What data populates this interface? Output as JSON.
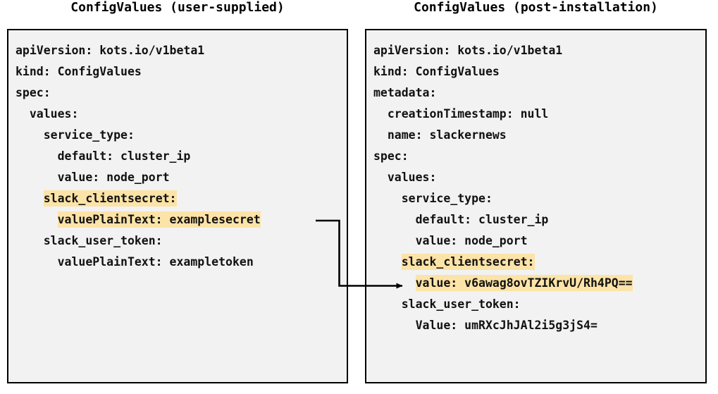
{
  "colors": {
    "highlight": "#fce3a7",
    "box_background": "#f2f2f2",
    "border": "#000000",
    "text": "#111111",
    "connector": "#000000"
  },
  "left_panel": {
    "title": "ConfigValues (user-supplied)",
    "lines": [
      {
        "text": "apiVersion: kots.io/v1beta1",
        "highlight": false
      },
      {
        "text": "kind: ConfigValues",
        "highlight": false
      },
      {
        "text": "spec:",
        "highlight": false
      },
      {
        "text": "  values:",
        "highlight": false
      },
      {
        "text": "    service_type:",
        "highlight": false
      },
      {
        "text": "      default: cluster_ip",
        "highlight": false
      },
      {
        "text": "      value: node_port",
        "highlight": false
      },
      {
        "text": "    slack_clientsecret:",
        "highlight": true,
        "indent": "    ",
        "body": "slack_clientsecret:"
      },
      {
        "text": "      valuePlainText: examplesecret",
        "highlight": true,
        "indent": "      ",
        "body": "valuePlainText: examplesecret"
      },
      {
        "text": "    slack_user_token:",
        "highlight": false
      },
      {
        "text": "      valuePlainText: exampletoken",
        "highlight": false
      }
    ]
  },
  "right_panel": {
    "title": "ConfigValues (post-installation)",
    "lines": [
      {
        "text": "apiVersion: kots.io/v1beta1",
        "highlight": false
      },
      {
        "text": "kind: ConfigValues",
        "highlight": false
      },
      {
        "text": "metadata:",
        "highlight": false
      },
      {
        "text": "  creationTimestamp: null",
        "highlight": false
      },
      {
        "text": "  name: slackernews",
        "highlight": false
      },
      {
        "text": "spec:",
        "highlight": false
      },
      {
        "text": "  values:",
        "highlight": false
      },
      {
        "text": "    service_type:",
        "highlight": false
      },
      {
        "text": "      default: cluster_ip",
        "highlight": false
      },
      {
        "text": "      value: node_port",
        "highlight": false
      },
      {
        "text": "    slack_clientsecret:",
        "highlight": true,
        "indent": "    ",
        "body": "slack_clientsecret:"
      },
      {
        "text": "      value: v6awag8ovTZIKrvU/Rh4PQ==",
        "highlight": true,
        "indent": "      ",
        "body": "value: v6awag8ovTZIKrvU/Rh4PQ=="
      },
      {
        "text": "    slack_user_token:",
        "highlight": false
      },
      {
        "text": "      Value: umRXcJhJAl2i5g3jS4=",
        "highlight": false
      }
    ]
  },
  "connector": {
    "label": "encrypted-value-flow-arrow",
    "from_line": "valuePlainText: examplesecret",
    "to_line": "value: v6awag8ovTZIKrvU/Rh4PQ=="
  }
}
